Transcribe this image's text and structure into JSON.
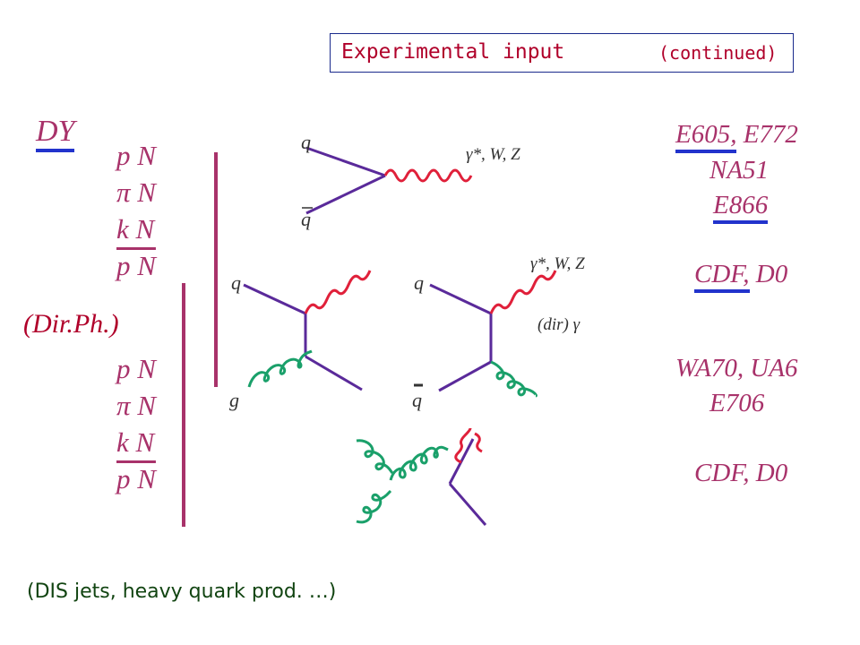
{
  "title": {
    "main": "Experimental input",
    "sub": "(continued)"
  },
  "left": {
    "dy_header": "DY",
    "dy_beams": [
      "p N",
      "π N",
      "k N",
      "p N"
    ],
    "dirph_header": "(Dir.Ph.)",
    "dirph_beams": [
      "p N",
      "π N",
      "k N",
      "p N"
    ]
  },
  "diagrams": {
    "dy": {
      "quark": "q",
      "antiquark": "q",
      "boson": "γ*, W, Z"
    },
    "compton": {
      "quark": "q",
      "gluon": "g"
    },
    "annihilation": {
      "quark": "q",
      "antiquark": "q",
      "boson": "γ*, W, Z",
      "photon": "(dir) γ"
    }
  },
  "right": {
    "dy_experiments_line1": "E605, E772",
    "dy_experiments_line2": "NA51",
    "dy_experiments_line3": "E866",
    "dy_collider": "CDF, D0",
    "dirph_experiments_line1": "WA70, UA6",
    "dirph_experiments_line2": "E706",
    "dirph_collider": "CDF, D0"
  },
  "footer": "(DIS jets, heavy quark prod. …)",
  "colors": {
    "magenta": "#a8326a",
    "crimson": "#b0002a",
    "blue_underline": "#2233cc",
    "quark_line": "#5a2a9a",
    "photon": "#e0203a",
    "gluon": "#1aa06a",
    "frame": "#1a2a8c",
    "footer": "#114411"
  }
}
